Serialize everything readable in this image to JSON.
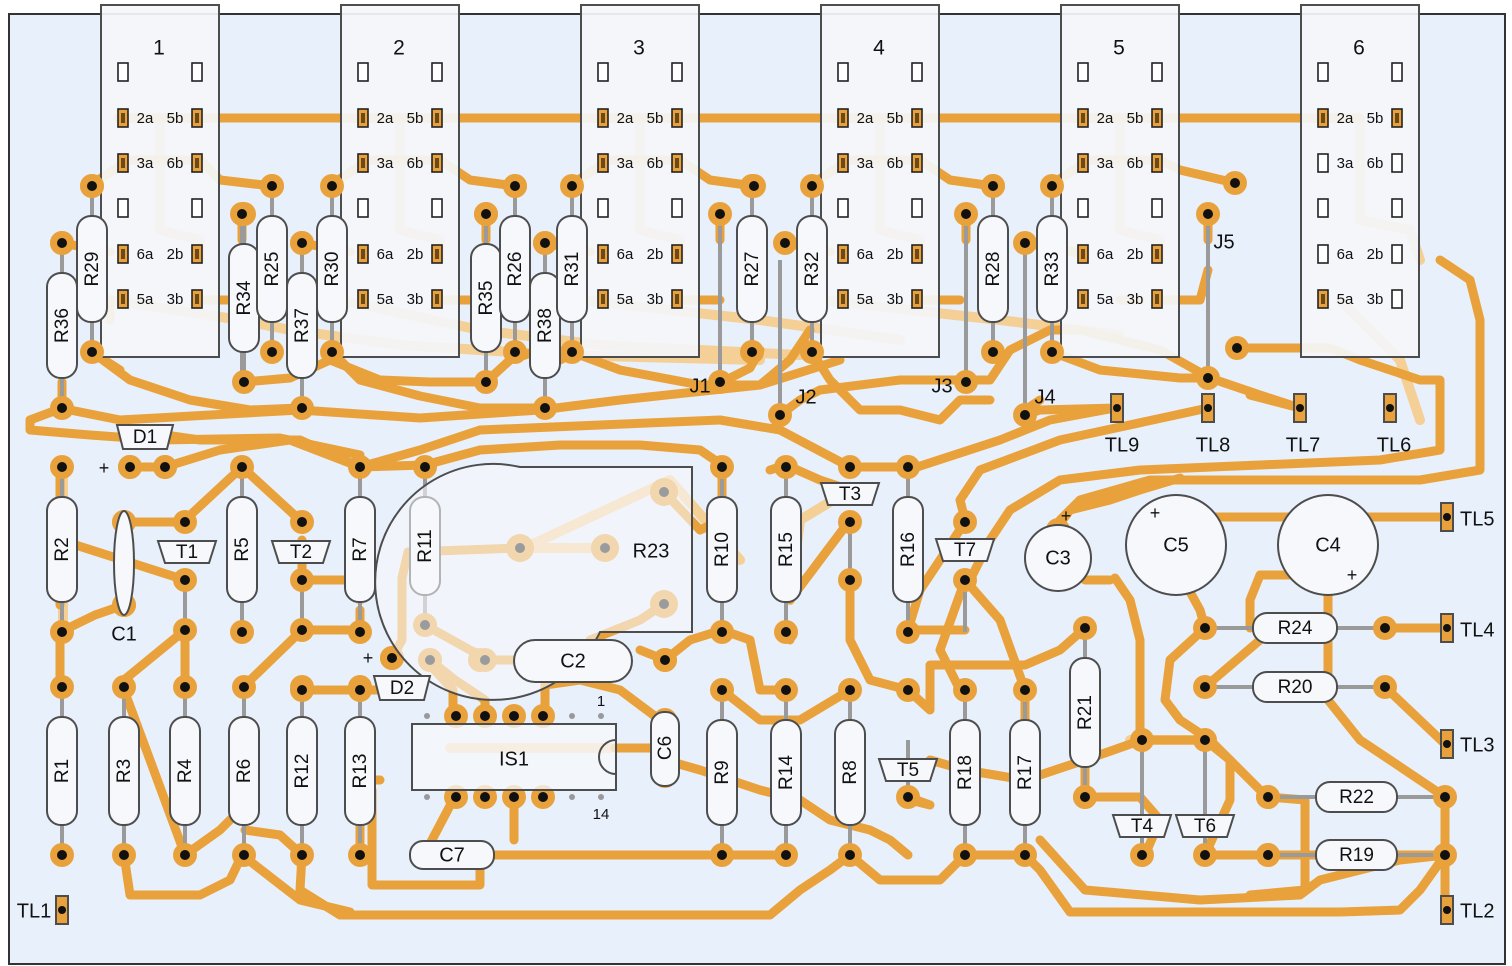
{
  "colors": {
    "board": "#e8f0fb",
    "board_border": "#333333",
    "track": "#e9a23b",
    "track_light": "#f4cf96",
    "component_fill": "#f7f8fb",
    "component_stroke": "#4d4d4d",
    "pad_core": "#111111",
    "wire": "#9a9a9a",
    "connector_fill": "#f4f6fa"
  },
  "connectors": [
    {
      "label": "1",
      "pins": [
        "2a",
        "5b",
        "3a",
        "6b",
        "6a",
        "2b",
        "5a",
        "3b"
      ]
    },
    {
      "label": "2",
      "pins": [
        "2a",
        "5b",
        "3a",
        "6b",
        "6a",
        "2b",
        "5a",
        "3b"
      ]
    },
    {
      "label": "3",
      "pins": [
        "2a",
        "5b",
        "3a",
        "6b",
        "6a",
        "2b",
        "5a",
        "3b"
      ]
    },
    {
      "label": "4",
      "pins": [
        "2a",
        "5b",
        "3a",
        "6b",
        "6a",
        "2b",
        "5a",
        "3b"
      ]
    },
    {
      "label": "5",
      "pins": [
        "2a",
        "5b",
        "3a",
        "6b",
        "6a",
        "2b",
        "5a",
        "3b"
      ]
    },
    {
      "label": "6",
      "pins": [
        "2a",
        "5b",
        "3a",
        "6b",
        "6a",
        "2b",
        "5a",
        "3b"
      ]
    }
  ],
  "resistors_vertical": [
    "R29",
    "R36",
    "R34",
    "R25",
    "R37",
    "R30",
    "R35",
    "R26",
    "R38",
    "R31",
    "R27",
    "R32",
    "R28",
    "R33",
    "R2",
    "R5",
    "R7",
    "R11",
    "R10",
    "R15",
    "R16",
    "R1",
    "R3",
    "R4",
    "R6",
    "R12",
    "R13",
    "R9",
    "R14",
    "R8",
    "R18",
    "R17",
    "R21"
  ],
  "resistors_horizontal": [
    "R24",
    "R20",
    "R22",
    "R19"
  ],
  "potentiometer": "R23",
  "transistors": [
    "T1",
    "T2",
    "T3",
    "T7",
    "T5",
    "T4",
    "T6"
  ],
  "diodes": [
    "D1",
    "D2"
  ],
  "capacitors_film": [
    "C1",
    "C2",
    "C6",
    "C7"
  ],
  "capacitors_electrolytic": [
    "C3",
    "C5",
    "C4"
  ],
  "ic": {
    "label": "IS1",
    "pin1": "1",
    "pin14": "14"
  },
  "jumpers": [
    "J1",
    "J2",
    "J3",
    "J4",
    "J5"
  ],
  "terminals": [
    "TL9",
    "TL8",
    "TL7",
    "TL6",
    "TL5",
    "TL4",
    "TL3",
    "TL2",
    "TL1"
  ],
  "polarity_mark": "+"
}
